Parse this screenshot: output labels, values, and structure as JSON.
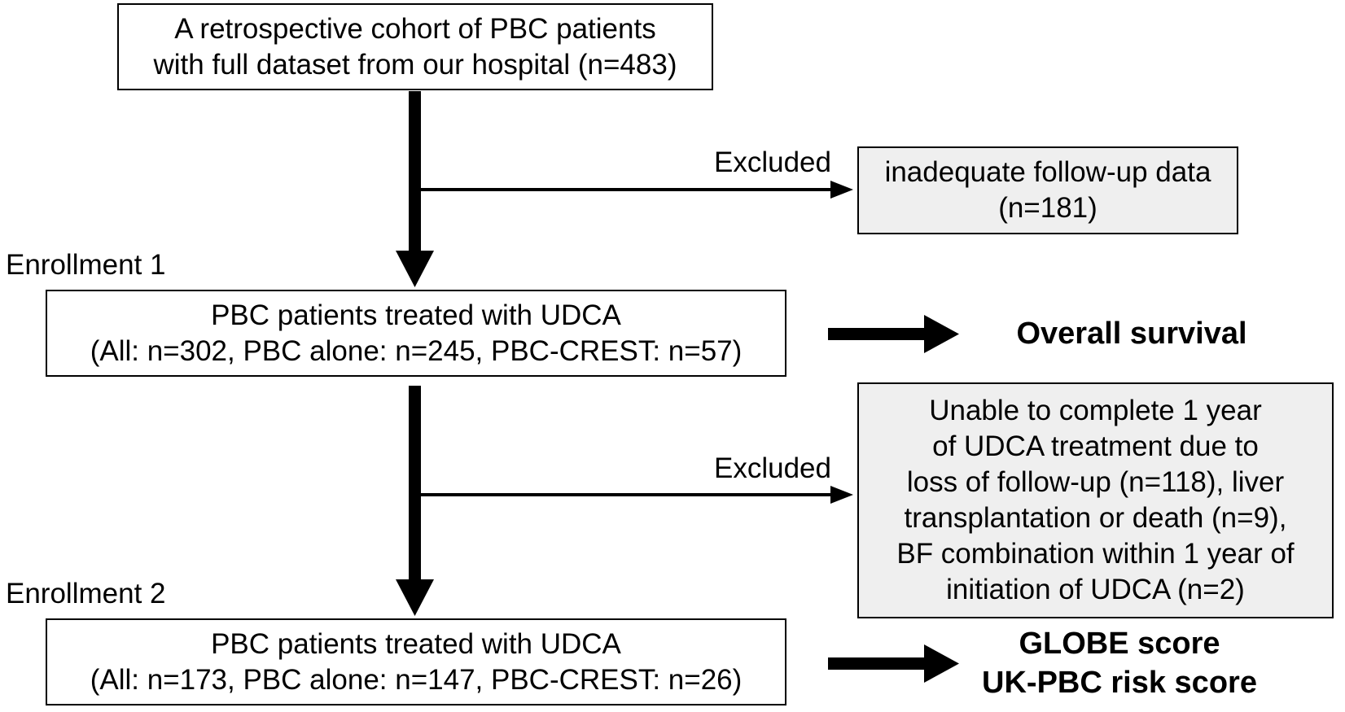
{
  "boxes": {
    "cohort": {
      "lines": [
        "A retrospective cohort of PBC patients",
        "with full dataset from our hospital (n=483)"
      ]
    },
    "excluded_1": {
      "lines": [
        "inadequate follow-up data",
        "(n=181)"
      ]
    },
    "enrollment_1": {
      "lines": [
        "PBC patients treated with UDCA",
        "(All: n=302, PBC alone: n=245, PBC-CREST: n=57)"
      ]
    },
    "excluded_2": {
      "lines": [
        "Unable to complete 1 year",
        "of UDCA treatment due to",
        "loss of follow-up (n=118), liver",
        "transplantation or death (n=9),",
        "BF combination within 1 year of",
        "initiation of UDCA (n=2)"
      ]
    },
    "enrollment_2": {
      "lines": [
        "PBC patients treated with UDCA",
        "(All: n=173, PBC alone: n=147, PBC-CREST: n=26)"
      ]
    }
  },
  "labels": {
    "excluded_1": "Excluded",
    "excluded_2": "Excluded",
    "enrollment_1": "Enrollment 1",
    "enrollment_2": "Enrollment 2"
  },
  "outcomes": {
    "outcome_1": [
      "Overall survival"
    ],
    "outcome_2": [
      "GLOBE score",
      "UK-PBC risk score"
    ]
  },
  "colors": {
    "box_border": "#000000",
    "shaded_fill": "#efefef",
    "arrow": "#000000"
  }
}
